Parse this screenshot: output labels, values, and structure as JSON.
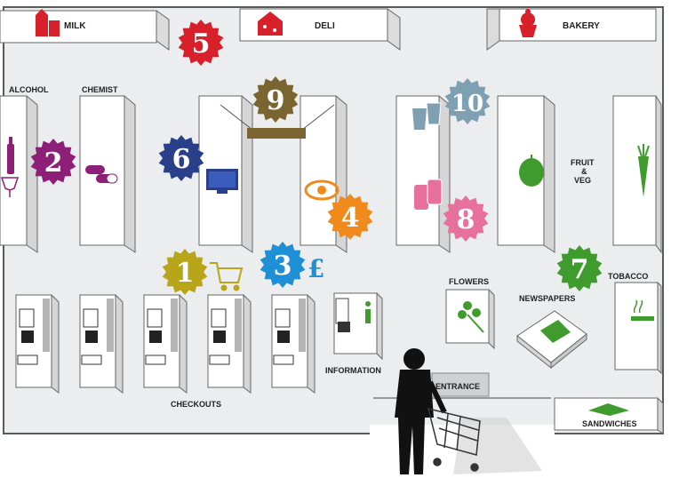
{
  "sections": {
    "milk": "MILK",
    "deli": "DELI",
    "bakery": "BAKERY",
    "alcohol": "ALCOHOL",
    "chemist": "CHEMIST",
    "fruit_veg": [
      "FRUIT",
      "&",
      "VEG"
    ],
    "flowers": "FLOWERS",
    "tobacco": "TOBACCO",
    "newspapers": "NEWSPAPERS",
    "information": "INFORMATION",
    "entrance": "ENTRANCE",
    "checkouts": "CHECKOUTS",
    "sandwiches": "SANDWICHES"
  },
  "markers": [
    {
      "number": "1",
      "color": "#b9a51a",
      "icon": "shopping-cart-icon"
    },
    {
      "number": "2",
      "color": "#8e1f78",
      "icon": "wine-icon"
    },
    {
      "number": "3",
      "color": "#1f8fd6",
      "icon": "pound-sign-icon"
    },
    {
      "number": "4",
      "color": "#f08a1c",
      "icon": "eye-icon"
    },
    {
      "number": "5",
      "color": "#d8202a",
      "icon": "cheese-icon"
    },
    {
      "number": "6",
      "color": "#2a3f8a",
      "icon": "tv-icon"
    },
    {
      "number": "7",
      "color": "#3f9b2e",
      "icon": "cigarette-icon"
    },
    {
      "number": "8",
      "color": "#e8709c",
      "icon": "cans-icon"
    },
    {
      "number": "9",
      "color": "#7a6530",
      "icon": "sign-icon"
    },
    {
      "number": "10",
      "color": "#7f9fb2",
      "icon": "cups-icon"
    }
  ],
  "checkout_count": 5
}
